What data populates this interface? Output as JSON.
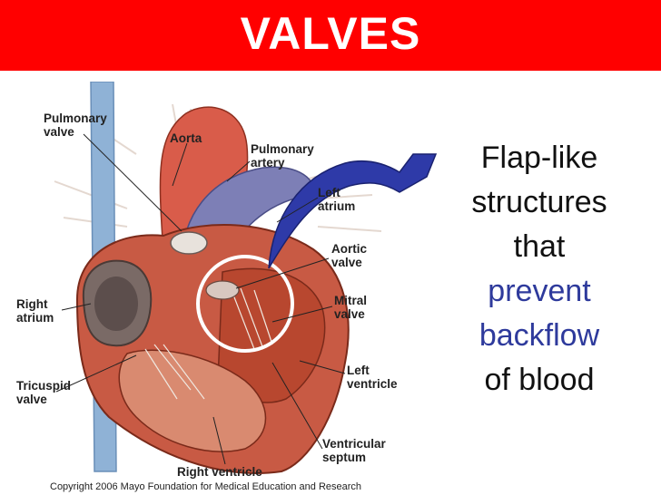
{
  "title": "VALVES",
  "side_text": {
    "line1": "Flap-like",
    "line2": "structures",
    "line3": "that",
    "line4": "prevent",
    "line5": "backflow",
    "line6": "of blood"
  },
  "labels": {
    "pulmonary_valve_1": "Pulmonary",
    "pulmonary_valve_2": "valve",
    "aorta": "Aorta",
    "pulmonary_artery_1": "Pulmonary",
    "pulmonary_artery_2": "artery",
    "left_atrium_1": "Left",
    "left_atrium_2": "atrium",
    "aortic_valve_1": "Aortic",
    "aortic_valve_2": "valve",
    "right_atrium_1": "Right",
    "right_atrium_2": "atrium",
    "mitral_valve_1": "Mitral",
    "mitral_valve_2": "valve",
    "tricuspid_valve_1": "Tricuspid",
    "tricuspid_valve_2": "valve",
    "left_ventricle_1": "Left",
    "left_ventricle_2": "ventricle",
    "ventricular_septum_1": "Ventricular",
    "ventricular_septum_2": "septum",
    "right_ventricle": "Right ventricle"
  },
  "copyright": "Copyright 2006 Mayo Foundation for Medical Education and Research",
  "colors": {
    "title_bar": "#ff0000",
    "highlight_text": "#2e3a9c",
    "arrow": "#2e3aa8"
  }
}
